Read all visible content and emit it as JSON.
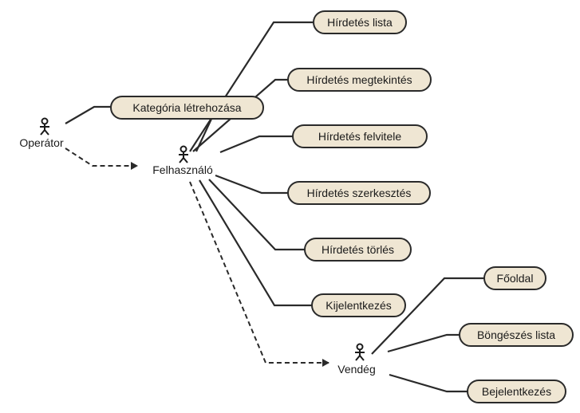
{
  "actors": [
    {
      "id": "operator",
      "label": "Operátor"
    },
    {
      "id": "felhasznalo",
      "label": "Felhasználó"
    },
    {
      "id": "vendeg",
      "label": "Vendég"
    }
  ],
  "use_cases": [
    {
      "id": "hirdetes-lista",
      "label": "Hírdetés lista"
    },
    {
      "id": "kategoria-letrehozasa",
      "label": "Kategória létrehozása"
    },
    {
      "id": "hirdetes-megtekintes",
      "label": "Hírdetés megtekintés"
    },
    {
      "id": "hirdetes-felvitele",
      "label": "Hírdetés felvitele"
    },
    {
      "id": "hirdetes-szerkesztes",
      "label": "Hírdetés szerkesztés"
    },
    {
      "id": "hirdetes-torles",
      "label": "Hírdetés törlés"
    },
    {
      "id": "kijelentkezes",
      "label": "Kijelentkezés"
    },
    {
      "id": "fooldal",
      "label": "Főoldal"
    },
    {
      "id": "bongeszes-lista",
      "label": "Böngészés lista"
    },
    {
      "id": "bejelentkezes",
      "label": "Bejelentkezés"
    }
  ],
  "associations": [
    {
      "from": "operator",
      "to": "kategoria-letrehozasa"
    },
    {
      "from": "felhasznalo",
      "to": "hirdetes-lista"
    },
    {
      "from": "felhasznalo",
      "to": "hirdetes-megtekintes"
    },
    {
      "from": "felhasznalo",
      "to": "kategoria-letrehozasa"
    },
    {
      "from": "felhasznalo",
      "to": "hirdetes-felvitele"
    },
    {
      "from": "felhasznalo",
      "to": "hirdetes-szerkesztes"
    },
    {
      "from": "felhasznalo",
      "to": "hirdetes-torles"
    },
    {
      "from": "felhasznalo",
      "to": "kijelentkezes"
    },
    {
      "from": "vendeg",
      "to": "fooldal"
    },
    {
      "from": "vendeg",
      "to": "bongeszes-lista"
    },
    {
      "from": "vendeg",
      "to": "bejelentkezes"
    }
  ],
  "generalizations": [
    {
      "from": "operator",
      "to": "felhasznalo",
      "style": "dashed"
    },
    {
      "from": "felhasznalo",
      "to": "vendeg",
      "style": "dashed"
    }
  ],
  "colors": {
    "use_case_fill": "#efe6d3",
    "stroke": "#2a2a2a",
    "background": "#ffffff"
  }
}
